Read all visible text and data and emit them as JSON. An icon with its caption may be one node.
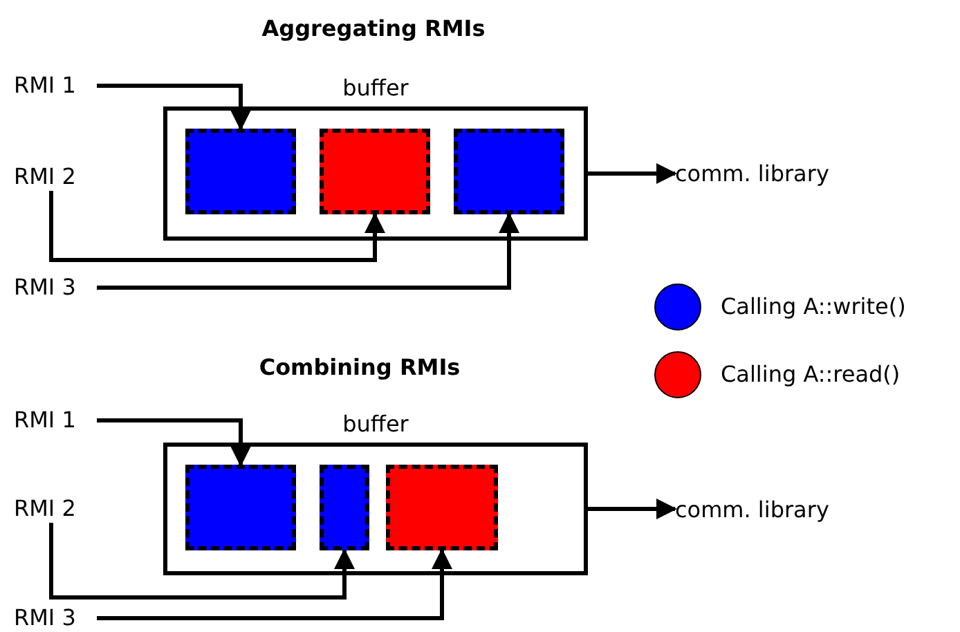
{
  "diagram": {
    "nodes": [
      {
        "text": [
          "RMI 1"
        ]
      },
      {
        "text": [
          "RMI 2"
        ]
      },
      {
        "text": [
          "RMI 3"
        ]
      },
      {
        "text": [
          "buffer"
        ]
      },
      {
        "text": [],
        "shape": "box",
        "in": 3
      },
      {
        "text": [],
        "shape": "box",
        "in": 3
      },
      {
        "text": [],
        "shape": "box",
        "in": 3
      },
      {
        "text": [
          "comm. library"
        ]
      },
      {
        "text": [
          "RMI 1"
        ]
      },
      {
        "text": [
          "RMI 2"
        ]
      },
      {
        "text": [
          "RMI 3"
        ]
      },
      {
        "text": [
          "buffer"
        ]
      },
      {
        "text": [],
        "shape": "box",
        "in": 11
      },
      {
        "text": [],
        "shape": "box",
        "in": 11
      },
      {
        "text": [],
        "shape": "box",
        "in": 11
      },
      {
        "text": [
          "comm. library"
        ]
      }
    ],
    "edges": [
      {
        "from": 0,
        "to": 4,
        "arrow": "to"
      },
      {
        "from": 1,
        "to": 5,
        "arrow": "to"
      },
      {
        "from": 2,
        "to": 6,
        "arrow": "to"
      },
      {
        "from": 3,
        "to": 7,
        "arrow": "to"
      },
      {
        "from": 8,
        "to": 12,
        "arrow": "to"
      },
      {
        "from": 9,
        "to": 13,
        "arrow": "to"
      },
      {
        "from": 10,
        "to": 14,
        "arrow": "to"
      },
      {
        "from": 11,
        "to": 15,
        "arrow": "to"
      }
    ],
    "labels": [
      "Aggregating RMIs",
      "Combining RMIs"
    ],
    "legend": [
      {
        "text": "Calling A::write()",
        "color": "#0000ff"
      },
      {
        "text": "Calling A::read()",
        "color": "#ff0000"
      }
    ]
  }
}
